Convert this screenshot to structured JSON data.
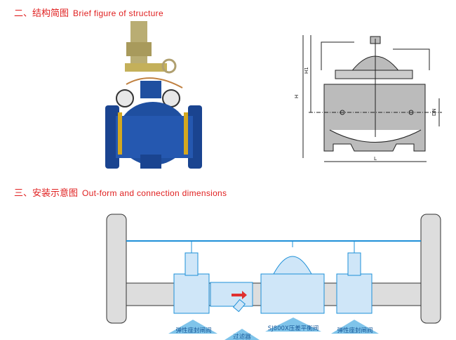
{
  "section2": {
    "number": "二、",
    "title_cn": "结构简图",
    "title_en": "Brief figure of structure"
  },
  "section3": {
    "number": "三、",
    "title_cn": "安装示意图",
    "title_en": "Out-form and connection dimensions"
  },
  "drawing": {
    "dims": {
      "h": "H",
      "h1": "H1",
      "dn": "DN",
      "l": "L"
    }
  },
  "install": {
    "labels": [
      "弹性座封闸阀",
      "过滤器",
      "SJ800X压差平衡阀",
      "弹性座封闸阀"
    ]
  },
  "colors": {
    "heading": "#e02020",
    "pipe": "#1e90d8",
    "valve_blue": "#1f4fa0"
  }
}
